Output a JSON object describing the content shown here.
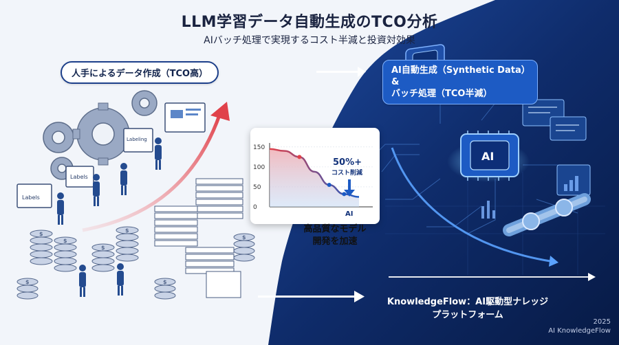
{
  "title": "LLM学習データ自動生成のTCO分析",
  "subtitle": "AIバッチ処理で実現するコスト半減と投資対効果",
  "left_panel": {
    "label": "人手によるデータ作成（TCO高）",
    "doc_labels": [
      "Labels",
      "Labels",
      "Labeling"
    ]
  },
  "right_panel": {
    "label_line1": "AI自動生成（Synthetic Data）&",
    "label_line2": "バッチ処理（TCO半減）",
    "chip_label": "AI"
  },
  "chart_data": {
    "type": "line",
    "y_ticks": [
      "150",
      "100",
      "50",
      "0"
    ],
    "ylim": [
      0,
      160
    ],
    "x_marker_label": "AI",
    "x": [
      0,
      1,
      2,
      3,
      4,
      5,
      6
    ],
    "values": [
      145,
      140,
      125,
      88,
      55,
      32,
      25
    ],
    "annotation_value": "50%+",
    "annotation_text": "コスト削減"
  },
  "callout": {
    "line1": "高品質なモデル",
    "line2": "開発を加速"
  },
  "footer": {
    "line1": "KnowledgeFlow：AI駆動型ナレッジ",
    "line2": "プラットフォーム"
  },
  "credit": {
    "year": "2025",
    "org": "AI KnowledgeFlow"
  },
  "colors": {
    "dark_blue": "#0d2559",
    "accent_blue": "#1d5bc4",
    "red": "#e0414a",
    "coin": "#c9d3e6"
  }
}
